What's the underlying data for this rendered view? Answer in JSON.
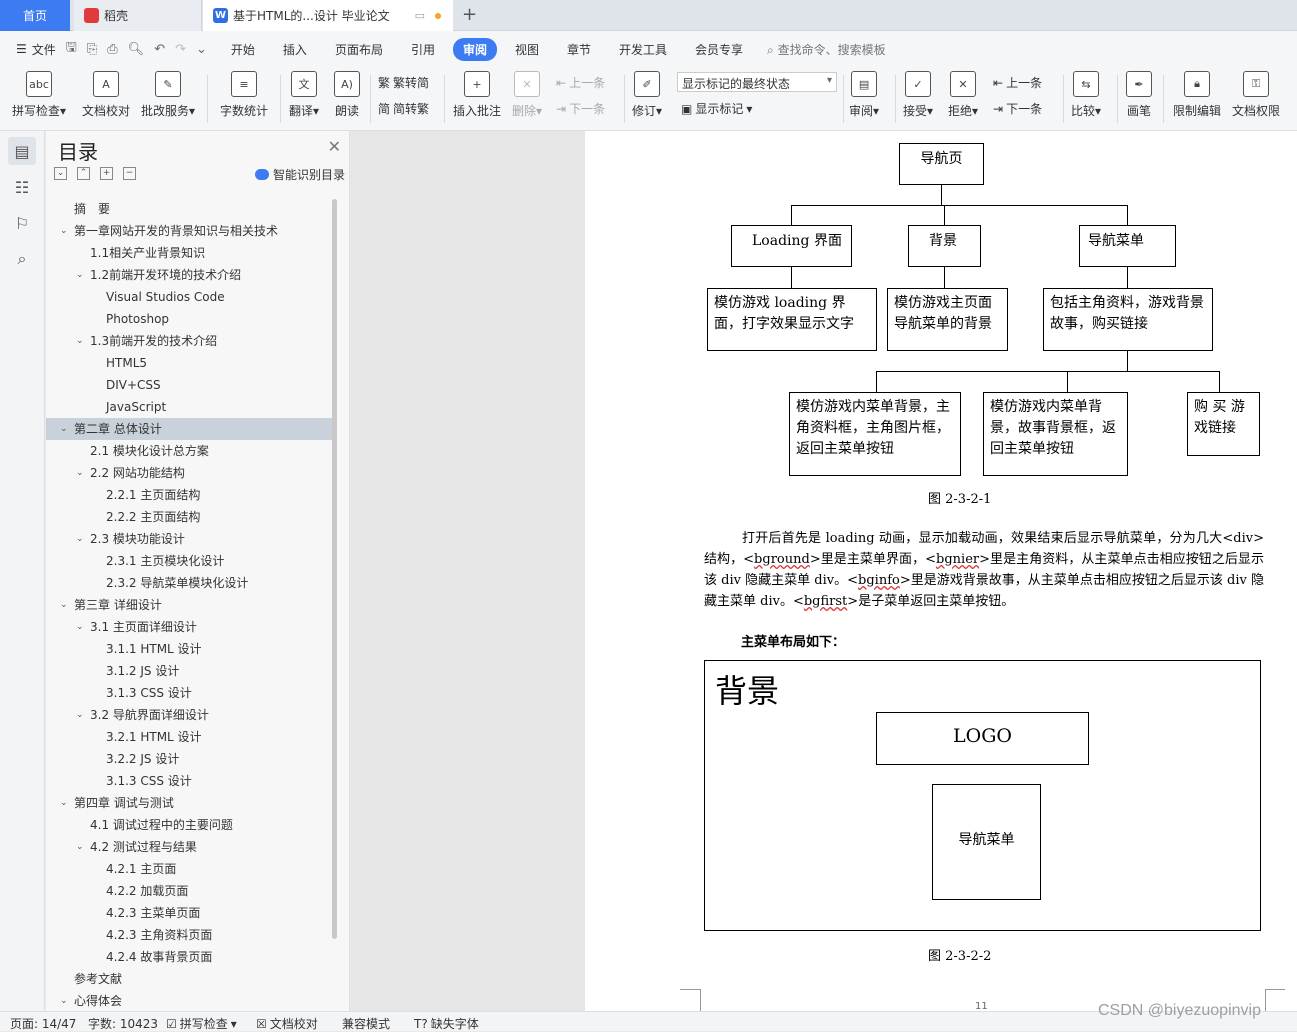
{
  "tabs": {
    "home": "首页",
    "doc": "稻壳",
    "active": "基于HTML的...设计 毕业论文"
  },
  "menu": {
    "file": "文件",
    "items": [
      "开始",
      "插入",
      "页面布局",
      "引用",
      "审阅",
      "视图",
      "章节",
      "开发工具",
      "会员专享"
    ],
    "active_index": 4,
    "search": "查找命令、搜索模板"
  },
  "ribbon": {
    "spell": "拼写检查",
    "proof": "文档校对",
    "annot_service": "批改服务",
    "wordcount": "字数统计",
    "translate": "翻译",
    "read": "朗读",
    "trad": "繁转简",
    "simp": "简转繁",
    "insert_comment": "插入批注",
    "delete": "删除",
    "prev_comment": "上一条",
    "next_comment": "下一条",
    "revise": "修订",
    "show_state": "显示标记的最终状态",
    "show_marks": "显示标记",
    "review": "审阅",
    "accept": "接受",
    "reject": "拒绝",
    "prev": "上一条",
    "next": "下一条",
    "compare": "比较",
    "pen": "画笔",
    "restrict": "限制编辑",
    "rights": "文档权限"
  },
  "toc": {
    "title": "目录",
    "smart": "智能识别目录",
    "items": [
      {
        "text": "摘　要",
        "level": 0,
        "chev": false
      },
      {
        "text": "第一章网站开发的背景知识与相关技术",
        "level": 0,
        "chev": true
      },
      {
        "text": "1.1相关产业背景知识",
        "level": 1,
        "chev": false
      },
      {
        "text": "1.2前端开发环境的技术介绍",
        "level": 1,
        "chev": true
      },
      {
        "text": "Visual Studios Code",
        "level": 2,
        "chev": false
      },
      {
        "text": "Photoshop",
        "level": 2,
        "chev": false
      },
      {
        "text": "1.3前端开发的技术介绍",
        "level": 1,
        "chev": true
      },
      {
        "text": "HTML5",
        "level": 2,
        "chev": false
      },
      {
        "text": "DIV+CSS",
        "level": 2,
        "chev": false
      },
      {
        "text": "JavaScript",
        "level": 2,
        "chev": false
      },
      {
        "text": "第二章 总体设计",
        "level": 0,
        "chev": true,
        "sel": true
      },
      {
        "text": "2.1 模块化设计总方案",
        "level": 1,
        "chev": false
      },
      {
        "text": "2.2 网站功能结构",
        "level": 1,
        "chev": true
      },
      {
        "text": "2.2.1 主页面结构",
        "level": 2,
        "chev": false
      },
      {
        "text": "2.2.2 主页面结构",
        "level": 2,
        "chev": false
      },
      {
        "text": "2.3 模块功能设计",
        "level": 1,
        "chev": true
      },
      {
        "text": "2.3.1 主页模块化设计",
        "level": 2,
        "chev": false
      },
      {
        "text": "2.3.2 导航菜单模块化设计",
        "level": 2,
        "chev": false
      },
      {
        "text": "第三章 详细设计",
        "level": 0,
        "chev": true
      },
      {
        "text": "3.1 主页面详细设计",
        "level": 1,
        "chev": true
      },
      {
        "text": "3.1.1 HTML 设计",
        "level": 2,
        "chev": false
      },
      {
        "text": "3.1.2 JS 设计",
        "level": 2,
        "chev": false
      },
      {
        "text": "3.1.3 CSS 设计",
        "level": 2,
        "chev": false
      },
      {
        "text": "3.2 导航界面详细设计",
        "level": 1,
        "chev": true
      },
      {
        "text": "3.2.1 HTML 设计",
        "level": 2,
        "chev": false
      },
      {
        "text": "3.2.2 JS 设计",
        "level": 2,
        "chev": false
      },
      {
        "text": "3.1.3 CSS 设计",
        "level": 2,
        "chev": false
      },
      {
        "text": "第四章 调试与测试",
        "level": 0,
        "chev": true
      },
      {
        "text": "4.1 调试过程中的主要问题",
        "level": 1,
        "chev": false
      },
      {
        "text": "4.2 测试过程与结果",
        "level": 1,
        "chev": true
      },
      {
        "text": "4.2.1 主页面",
        "level": 2,
        "chev": false
      },
      {
        "text": "4.2.2 加载页面",
        "level": 2,
        "chev": false
      },
      {
        "text": "4.2.3 主菜单页面",
        "level": 2,
        "chev": false
      },
      {
        "text": "4.2.3 主角资料页面",
        "level": 2,
        "chev": false
      },
      {
        "text": "4.2.4 故事背景页面",
        "level": 2,
        "chev": false
      },
      {
        "text": "参考文献",
        "level": 0,
        "chev": false
      },
      {
        "text": "心得体会",
        "level": 0,
        "chev": true
      }
    ]
  },
  "diagram1": {
    "root": "导航页",
    "loading": "Loading 界面",
    "bg": "背景",
    "nav": "导航菜单",
    "loading_desc": "模仿游戏 loading 界面，打字效果显示文字",
    "bg_desc": "模仿游戏主页面导航菜单的背景",
    "nav_desc": "包括主角资料，游戏背景故事，购买链接",
    "sub1": "模仿游戏内菜单背景，主角资料框，主角图片框，返回主菜单按钮",
    "sub2": "模仿游戏内菜单背景，故事背景框，返回主菜单按钮",
    "sub3": "购 买 游戏链接",
    "caption": "图 2-3-2-1"
  },
  "paragraph": {
    "p1": "打开后首先是 loading 动画，显示加载动画，效果结束后显示导航菜单，分为几大<div>结构，<",
    "w1": "bground",
    "p2": ">里是主菜单界面，<",
    "w2": "bgnier",
    "p3": ">里是主角资料，从主菜单点击相应按钮之后显示该 div 隐藏主菜单 div。<",
    "w3": "bginfo",
    "p4": ">里是游戏背景故事，从主菜单点击相应按钮之后显示该 div 隐藏主菜单 div。<",
    "w4": "bgfirst",
    "p5": ">是子菜单返回主菜单按钮。"
  },
  "layout_section": {
    "heading": "主菜单布局如下：",
    "bg_label": "背景",
    "logo": "LOGO",
    "nav": "导航菜单",
    "caption": "图 2-3-2-2"
  },
  "page_number": "11",
  "status": {
    "page": "页面: 14/47",
    "words": "字数: 10423",
    "spell": "拼写检查",
    "proof": "文档校对",
    "compat": "兼容模式",
    "missing_font": "缺失字体"
  },
  "watermark": "CSDN @biyezuopinvip"
}
